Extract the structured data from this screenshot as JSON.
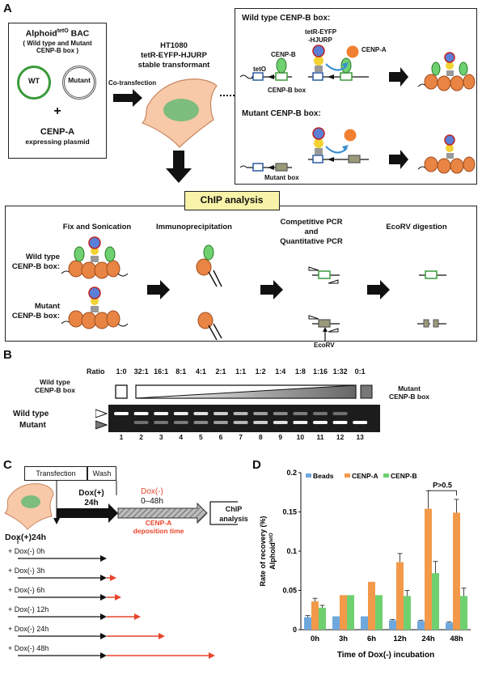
{
  "panels": {
    "a": "A",
    "b": "B",
    "c": "C",
    "d": "D"
  },
  "panelA": {
    "bac_title": "Alphoid",
    "bac_title_sup": "tetO",
    "bac_title_end": " BAC",
    "bac_subtitle": "( Wild type and Mutant CENP-B box )",
    "wt_label": "WT",
    "mutant_label": "Mutant",
    "plus": "+",
    "cenpa_plasmid_line1": "CENP-A",
    "cenpa_plasmid_line2": "expressing plasmid",
    "cotransfection": "Co-transfection",
    "cell_line1": "HT1080",
    "cell_line2": "tetR-EYFP-HJURP",
    "cell_line3": "stable transformant",
    "wt_box_title": "Wild type CENP-B box:",
    "mut_box_title": "Mutant CENP-B box:",
    "teto": "tetO",
    "cenpb": "CENP-B",
    "cenpb_box": "CENP-B box",
    "tetr_line1": "tetR-EYFP",
    "tetr_line2": "-HJURP",
    "cenpa": "CENP-A",
    "mutant_box": "Mutant box",
    "chip_title": "ChIP analysis",
    "step1": "Fix and Sonication",
    "step2": "Immunoprecipitation",
    "step3_line1": "Competitive PCR",
    "step3_line2": "and",
    "step3_line3": "Quantitative PCR",
    "step4": "EcoRV digestion",
    "row_wt_line1": "Wild type",
    "row_wt_line2": "CENP-B box:",
    "row_mut_line1": "Mutant",
    "row_mut_line2": "CENP-B box:",
    "ecorv": "EcoRV"
  },
  "panelB": {
    "ratio_label": "Ratio",
    "ratios": [
      "1:0",
      "32:1",
      "16:1",
      "8:1",
      "4:1",
      "2:1",
      "1:1",
      "1:2",
      "1:4",
      "1:8",
      "1:16",
      "1:32",
      "0:1"
    ],
    "lanes": [
      "1",
      "2",
      "3",
      "4",
      "5",
      "6",
      "7",
      "8",
      "9",
      "10",
      "11",
      "12",
      "13"
    ],
    "wt_header_line1": "Wild type",
    "wt_header_line2": "CENP-B box",
    "mut_header_line1": "Mutant",
    "mut_header_line2": "CENP-B box",
    "band_wt": "Wild type",
    "band_mut": "Mutant"
  },
  "panelC": {
    "transfection": "Transfection",
    "wash": "Wash",
    "doxplus_line1": "Dox(+)",
    "doxplus_line2": "24h",
    "doxminus_line1": "Dox(-)",
    "doxminus_line2": "0–48h",
    "deposition_line1": "CENP-A",
    "deposition_line2": "deposition time",
    "chip_line1": "ChIP",
    "chip_line2": "analysis",
    "row_header": "Dox(+)24h",
    "rows": [
      "+ Dox(-) 0h",
      "+ Dox(-) 3h",
      "+ Dox(-) 6h",
      "+ Dox(-) 12h",
      "+ Dox(-) 24h",
      "+ Dox(-) 48h"
    ]
  },
  "colors": {
    "beads": "#6fa8dc",
    "cenpa": "#f39a4a",
    "cenpb": "#6fd06f",
    "red_arrow": "#e8452c",
    "cell": "#f7c9a8"
  },
  "chart_data": {
    "type": "bar",
    "categories": [
      "0h",
      "3h",
      "6h",
      "12h",
      "24h",
      "48h"
    ],
    "series": [
      {
        "name": "Beads",
        "values": [
          0.016,
          0.017,
          0.017,
          0.012,
          0.011,
          0.009
        ],
        "errors": [
          0.002,
          0,
          0,
          0.001,
          0.001,
          0.001
        ]
      },
      {
        "name": "CENP-A",
        "values": [
          0.036,
          0.044,
          0.061,
          0.086,
          0.154,
          0.149
        ],
        "errors": [
          0.004,
          0,
          0,
          0.011,
          0.023,
          0.017
        ]
      },
      {
        "name": "CENP-B",
        "values": [
          0.028,
          0.044,
          0.044,
          0.043,
          0.072,
          0.043
        ],
        "errors": [
          0.003,
          0,
          0,
          0.007,
          0.015,
          0.01
        ]
      }
    ],
    "ylim": [
      0,
      0.2
    ],
    "yticks": [
      "0",
      "0.05",
      "0.1",
      "0.15",
      "0.2"
    ],
    "ytick_values": [
      0,
      0.05,
      0.1,
      0.15,
      0.2
    ],
    "ylabel_line1": "Rate of recovery (%)",
    "ylabel_line2": "Alphoid",
    "ylabel_sup": "tetO",
    "xlabel": "Time of Dox(-) incubation",
    "annotation": "P>0.5",
    "legend_position": "top-left"
  }
}
